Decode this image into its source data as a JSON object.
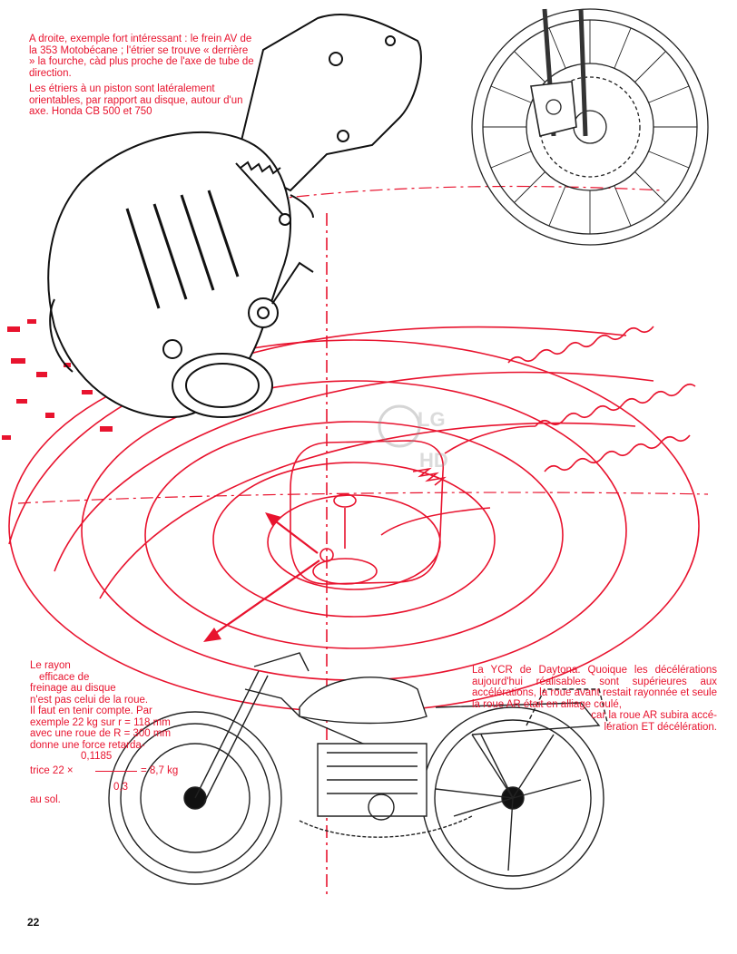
{
  "caption_top": {
    "para1": "A droite, exemple fort intéressant : le frein AV de la 353 Motobécane ; l'étrier se trouve « derrière » la fourche, càd plus proche de l'axe de tube de direction.",
    "para2": "Les étriers à un piston sont latéralement orientables, par rapport au disque, autour d'un axe. Honda CB 500 et 750"
  },
  "caption_bottom_left": {
    "line1": "Le rayon",
    "line2": "efficace de",
    "line3": "freinage au disque",
    "line4": "n'est pas celui de la roue.",
    "line5": "Il faut en tenir compte. Par",
    "line6": "exemple 22 kg sur r = 118 mm",
    "line7": "avec une roue de R = 300 mm",
    "line8": "donne une force retarda-",
    "numerator": "0,1185",
    "lead": "trice 22 ×",
    "denominator": "0,3",
    "result": "= 8,7 kg",
    "tail": "au sol."
  },
  "caption_bottom_right": {
    "text": "La YCR de Daytona. Quoique les décélérations aujourd'hui réalisables sont supérieures aux accélérations, la roue avant restait rayonnée et seule la roue AR était en alliage coulé,",
    "line_a": "car la roue AR subira accé-",
    "line_b": "lération ET décélération."
  },
  "watermark": "LG HD",
  "page_number": "22",
  "colors": {
    "accent_red": "#e8132e",
    "ink": "#111111"
  }
}
